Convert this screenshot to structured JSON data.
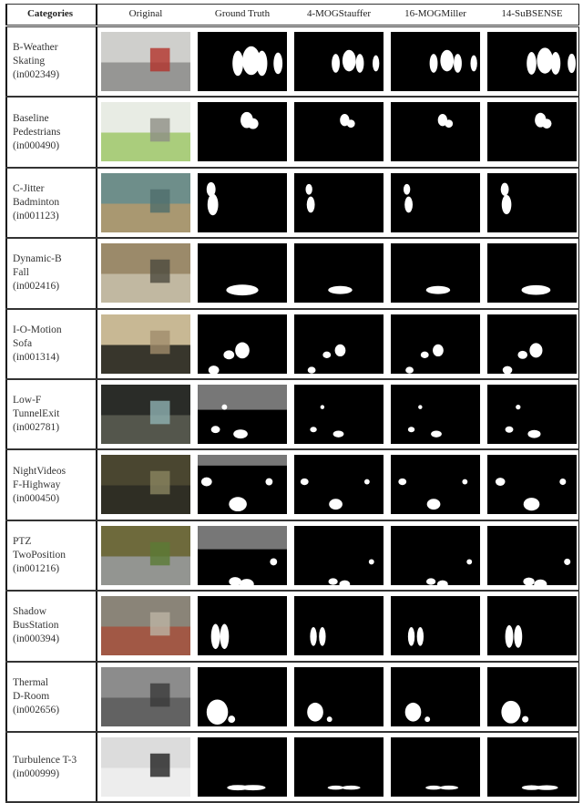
{
  "table": {
    "headers": [
      "Categories",
      "Original",
      "Ground Truth",
      "4-MOGStauffer",
      "16-MOGMiller",
      "14-SuBSENSE"
    ],
    "rows": [
      {
        "category": "B-Weather",
        "video": "Skating",
        "frame": "(in002349)",
        "orig_colors": [
          "#cfcfcc",
          "#8c8c8a",
          "#b3322a"
        ]
      },
      {
        "category": "Baseline",
        "video": "Pedestrians",
        "frame": "(in000490)",
        "orig_colors": [
          "#e8ece4",
          "#9fc86a",
          "#8d8f84"
        ]
      },
      {
        "category": "C-Jitter",
        "video": "Badminton",
        "frame": "(in001123)",
        "orig_colors": [
          "#6e8e8a",
          "#b49a6c",
          "#4f6e6c"
        ]
      },
      {
        "category": "Dynamic-B",
        "video": "Fall",
        "frame": "(in002416)",
        "orig_colors": [
          "#9b8a6a",
          "#c8c0aa",
          "#4c4a3e"
        ]
      },
      {
        "category": "I-O-Motion",
        "video": "Sofa",
        "frame": "(in001314)",
        "orig_colors": [
          "#c8b894",
          "#1e1e1a",
          "#a08c6c"
        ]
      },
      {
        "category": "Low-F",
        "video": "TunnelExit",
        "frame": "(in002781)",
        "orig_colors": [
          "#2a2c28",
          "#5c5e52",
          "#8fb2b2"
        ]
      },
      {
        "category": "NightVideos",
        "video": "F-Highway",
        "frame": "(in000450)",
        "orig_colors": [
          "#4a4630",
          "#2a2a22",
          "#8a8460"
        ]
      },
      {
        "category": "PTZ",
        "video": "TwoPosition",
        "frame": "(in001216)",
        "orig_colors": [
          "#6e6a3c",
          "#9a9ca0",
          "#5b7a34"
        ]
      },
      {
        "category": "Shadow",
        "video": "BusStation",
        "frame": "(in000394)",
        "orig_colors": [
          "#8a8478",
          "#a4503c",
          "#bcb4a4"
        ]
      },
      {
        "category": "Thermal",
        "video": "D-Room",
        "frame": "(in002656)",
        "orig_colors": [
          "#8c8c8c",
          "#5a5a5a",
          "#3a3a3a"
        ]
      },
      {
        "category": "Turbulence T-3",
        "video": "",
        "frame": "(in000999)",
        "orig_colors": [
          "#dcdcdc",
          "#f0f0f0",
          "#202020"
        ]
      }
    ]
  }
}
